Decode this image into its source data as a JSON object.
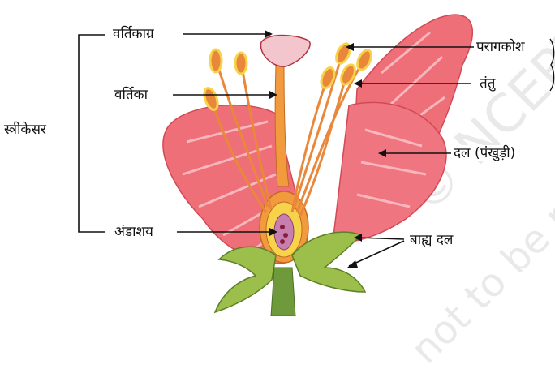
{
  "labels": {
    "stigma": "वर्तिकाग्र",
    "style": "वर्तिका",
    "pistil": "स्त्रीकेसर",
    "ovary": "अंडाशय",
    "anther": "परागकोश",
    "filament": "तंतु",
    "petal": "दल (पंखुड़ी)",
    "sepal": "बाह्य दल"
  },
  "watermark": {
    "line1": "© NCERT",
    "line2": "not to be republished"
  },
  "colors": {
    "petal": "#ef6f78",
    "petal_light": "#f7b7bd",
    "stalk": "#f19a3e",
    "stamen": "#e9873a",
    "anther_glow": "#f6d34a",
    "stigma": "#f3c6cd",
    "sepal": "#9bbf4a",
    "stem": "#6f9a3c"
  }
}
